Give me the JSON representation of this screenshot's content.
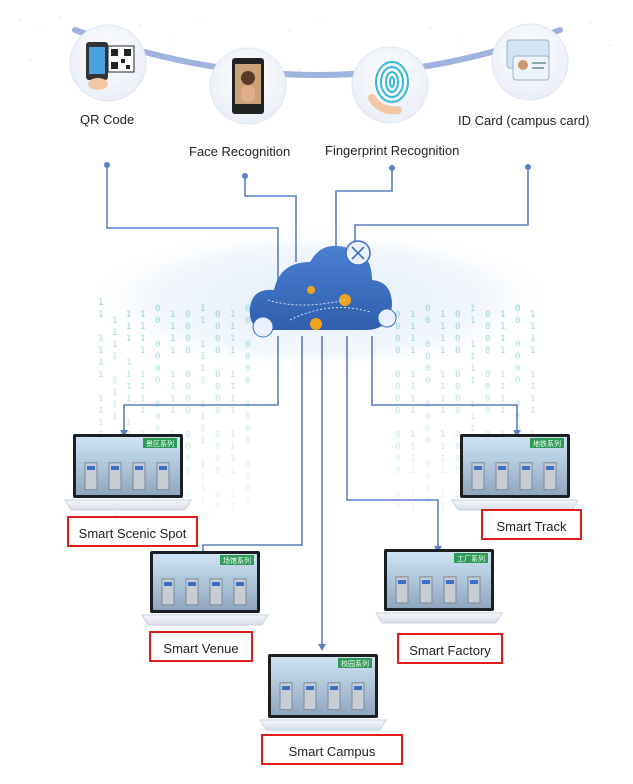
{
  "auth_methods": [
    {
      "id": "qr",
      "label": "QR Code",
      "icon": "qr-code-phone-icon"
    },
    {
      "id": "face",
      "label": "Face Recognition",
      "icon": "face-recognition-terminal-icon"
    },
    {
      "id": "fingerprint",
      "label": "Fingerprint Recognition",
      "icon": "fingerprint-icon"
    },
    {
      "id": "idcard",
      "label": "ID Card (campus card)",
      "icon": "id-card-icon"
    }
  ],
  "hub": {
    "icon": "cloud-icon",
    "color": "#3b6fc4"
  },
  "scenarios": [
    {
      "id": "scenic",
      "label": "Smart Scenic Spot",
      "badge": "景区系列"
    },
    {
      "id": "track",
      "label": "Smart Track",
      "badge": "地铁系列"
    },
    {
      "id": "venue",
      "label": "Smart Venue",
      "badge": "场馆系列"
    },
    {
      "id": "factory",
      "label": "Smart Factory",
      "badge": "工厂系列"
    },
    {
      "id": "campus",
      "label": "Smart Campus",
      "badge": "校园系列"
    }
  ],
  "colors": {
    "line": "#5b7fc4",
    "box_border": "#e01b1b",
    "cloud": "#3b6fc4",
    "binary": "#8fd3d8"
  }
}
